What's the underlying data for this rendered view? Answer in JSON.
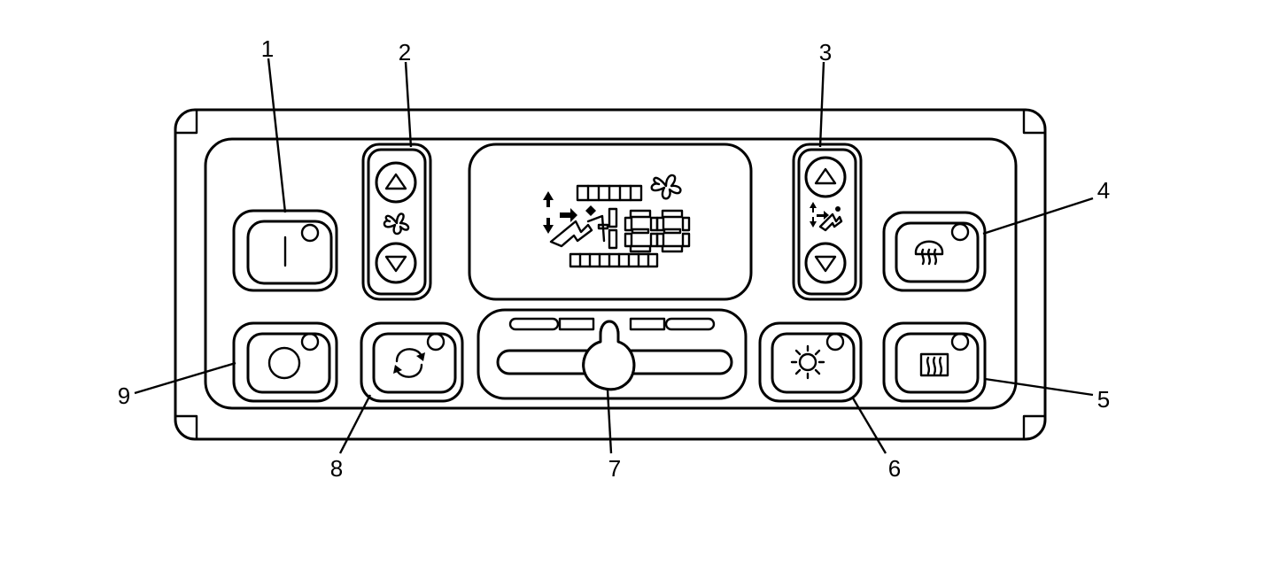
{
  "callouts": {
    "c1": "1",
    "c2": "2",
    "c3": "3",
    "c4": "4",
    "c5": "5",
    "c6": "6",
    "c7": "7",
    "c8": "8",
    "c9": "9"
  },
  "buttons": {
    "power_symbol": "|"
  },
  "icons": {
    "power": "power-icon",
    "fan": "fan-icon",
    "mode": "air-mode-icon",
    "front_defrost": "front-defrost-icon",
    "rear_defrost": "rear-defrost-icon",
    "ac": "ac-icon",
    "recirculation": "recirculation-icon",
    "auto": "auto-icon"
  },
  "display": {
    "fan_level_segments": 6,
    "temp_level_segments": 9,
    "digits": "-8-8"
  },
  "colors": {
    "line": "#000000",
    "background": "#ffffff"
  }
}
